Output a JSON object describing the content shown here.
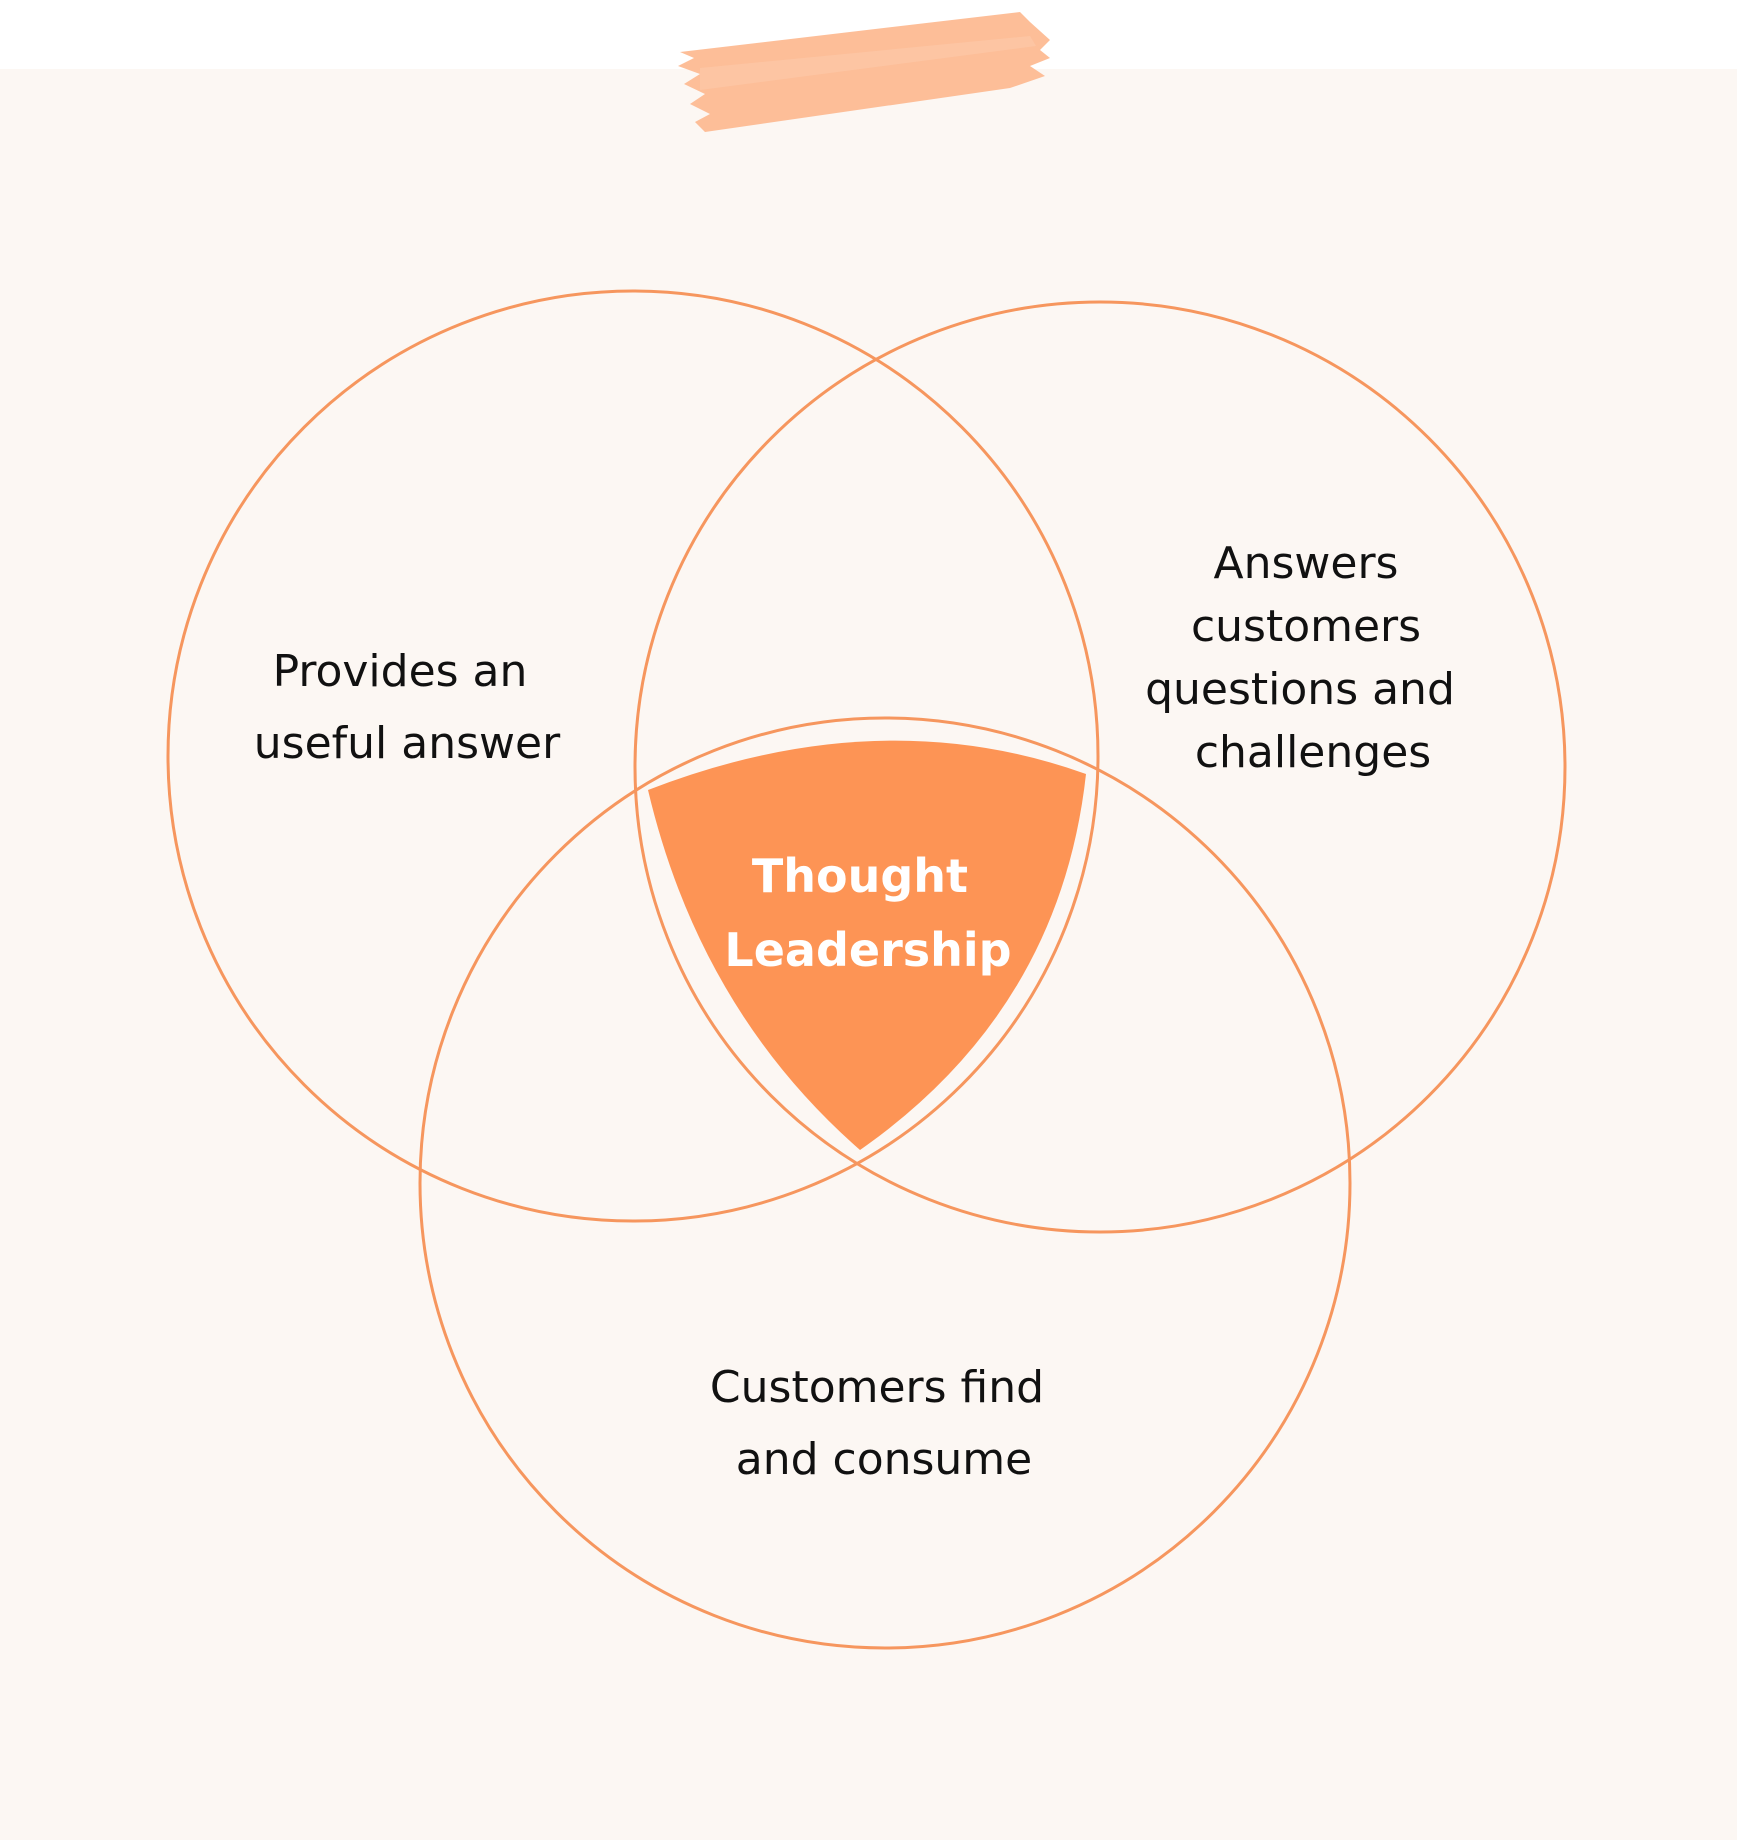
{
  "colors": {
    "background": "#fcf7f3",
    "accent": "#fd9455",
    "circle_stroke": "#f6965e",
    "brush_stroke": "#fdbb92",
    "text": "#111111",
    "center_text": "#ffffff"
  },
  "diagram": {
    "circles": [
      {
        "id": "left",
        "lines": [
          "Provides an",
          "useful answer"
        ]
      },
      {
        "id": "right",
        "lines": [
          "Answers",
          "customers",
          "questions and",
          "challenges"
        ]
      },
      {
        "id": "bottom",
        "lines": [
          "Customers find",
          "and consume"
        ]
      }
    ],
    "center": {
      "lines": [
        "Thought",
        "Leadership"
      ]
    }
  }
}
